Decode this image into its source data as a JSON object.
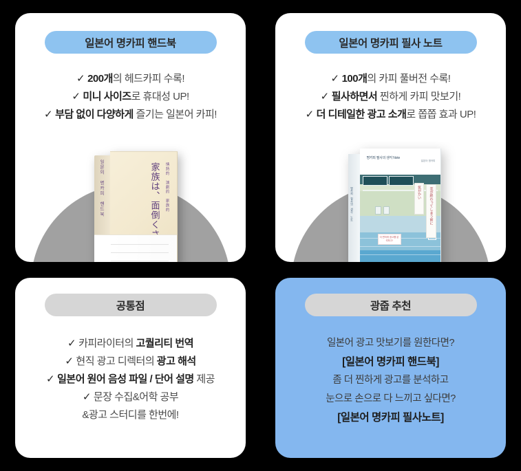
{
  "page": {
    "background_color": "#000000",
    "card_color": "#ffffff",
    "accent_blue": "#84b7ef",
    "pill_blue": "#8ec3f0",
    "pill_gray": "#d6d6d6",
    "disc_gray": "#a1a1a1"
  },
  "cards": [
    {
      "id": "handbook",
      "pill_label": "일본어 명카피 핸드북",
      "pill_style": "blue",
      "bullets": [
        {
          "check": "✓",
          "bold": "200개",
          "normal": "의 헤드카피 수록!"
        },
        {
          "check": "✓",
          "bold": "미니 사이즈",
          "normal": "로 휴대성 UP!"
        },
        {
          "check": "✓",
          "bold": "부담 없이 다양하게",
          "normal": " 즐기는 일본어 카피!"
        }
      ],
      "image": {
        "name": "book-cover-handbook",
        "cover_title_main": "家族は、面倒くさい 幸せだ。",
        "cover_title_sub": "情熱的 演劇的 家族的",
        "spine_text": "일본의 명카피 핸드북"
      }
    },
    {
      "id": "note",
      "pill_label": "일본어 명카피 필사 노트",
      "pill_style": "blue",
      "bullets": [
        {
          "check": "✓",
          "bold": "100개",
          "normal": "의 카피 풀버전 수록!"
        },
        {
          "check": "✓",
          "bold": "필사하면서",
          "normal": " 찐하게 카피 맛보기!"
        },
        {
          "check": "✓",
          "bold": "더 디테일한 광고 소개",
          "normal": "로 쫍쫍 효과 UP!"
        }
      ],
      "image": {
        "name": "book-cover-note",
        "cover_title": "명카피 필사의 생각 Note",
        "cover_publisher": "일본어 명카피",
        "obi_text_right": "恋が終わってしまう前に",
        "obi_text_left": "気がかい",
        "tag_text": "더 찐하게 광고를 분석하고!",
        "spine_text": "명카피 필사의 생각 노트"
      }
    },
    {
      "id": "common",
      "pill_label": "공통점",
      "pill_style": "gray",
      "bullets": [
        {
          "check": "✓",
          "normal_pre": "카피라이터의 ",
          "bold": "고퀄리티 번역",
          "normal": ""
        },
        {
          "check": "✓",
          "normal_pre": "현직 광고 디렉터의 ",
          "bold": "광고 해석",
          "normal": ""
        },
        {
          "check": "✓",
          "normal_pre": "",
          "bold": "일본어 원어 음성 파일 / 단어 설명",
          "normal": " 제공"
        },
        {
          "check": "✓",
          "normal_pre": "",
          "bold": "",
          "normal": "문장 수집&어학 공부"
        },
        {
          "check": "",
          "normal_pre": "",
          "bold": "",
          "normal": "&광고 스터디를 한번에!"
        }
      ]
    },
    {
      "id": "recommend",
      "pill_label": "광줍 추천",
      "pill_style": "gray",
      "card_style": "blue",
      "promo_lines": [
        {
          "text": "일본어 광고 맛보기를 원한다면?",
          "strong": false
        },
        {
          "text": "[일본어 명카피 핸드북]",
          "strong": true
        },
        {
          "text": "좀 더 찐하게 광고를 분석하고",
          "strong": false
        },
        {
          "text": "눈으로 손으로 다 느끼고 싶다면?",
          "strong": false
        },
        {
          "text": "[일본어 명카피 필사노트]",
          "strong": true
        }
      ]
    }
  ]
}
